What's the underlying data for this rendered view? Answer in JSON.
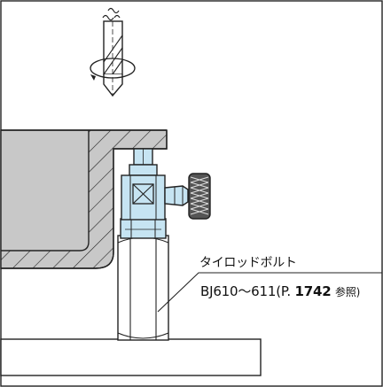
{
  "part": {
    "name": "タイロッドボルト",
    "code": "BJ610〜611",
    "ref_open": "(P.",
    "ref_page": "1742",
    "ref_close": "参照)"
  },
  "colors": {
    "line": "#222222",
    "workpiece": "#c8c8c8",
    "fitting": "#c6e4f2",
    "drill": "#ffffff"
  },
  "icons": [
    "rotation-arrow-icon",
    "hatch-pattern"
  ]
}
